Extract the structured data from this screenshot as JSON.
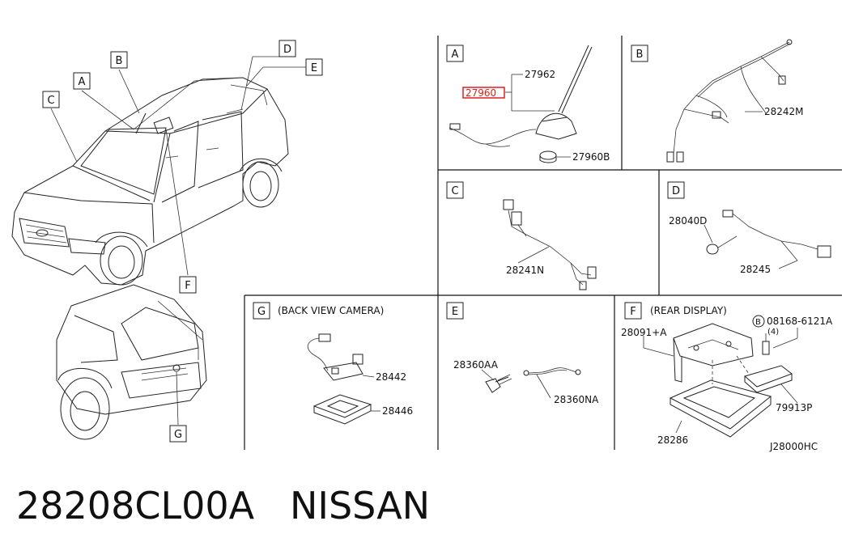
{
  "callouts": {
    "a": "A",
    "b": "B",
    "c": "C",
    "d": "D",
    "e": "E",
    "f": "F",
    "g": "G"
  },
  "panels": {
    "A": {
      "letter": "A",
      "parts": {
        "p1": "27962",
        "p2": "27960",
        "p3": "27960B"
      }
    },
    "B": {
      "letter": "B",
      "parts": {
        "p1": "28242M"
      }
    },
    "C": {
      "letter": "C",
      "parts": {
        "p1": "28241N"
      }
    },
    "D": {
      "letter": "D",
      "parts": {
        "p1": "28040D",
        "p2": "28245"
      }
    },
    "G": {
      "letter": "G",
      "title": "(BACK VIEW CAMERA)",
      "parts": {
        "p1": "28442",
        "p2": "28446"
      }
    },
    "E": {
      "letter": "E",
      "parts": {
        "p1": "28360AA",
        "p2": "28360NA"
      }
    },
    "F": {
      "letter": "F",
      "title": "(REAR DISPLAY)",
      "parts": {
        "p1": "28091+A",
        "p2": "08168-6121A",
        "p3": "(4)",
        "p4": "79913P",
        "p5": "28286",
        "bolt": "B"
      }
    }
  },
  "diagram_code": "J28000HC",
  "footer": {
    "part_number": "28208CL00A",
    "brand": "NISSAN"
  },
  "colors": {
    "highlight": "#e0201e",
    "line": "#222222"
  }
}
